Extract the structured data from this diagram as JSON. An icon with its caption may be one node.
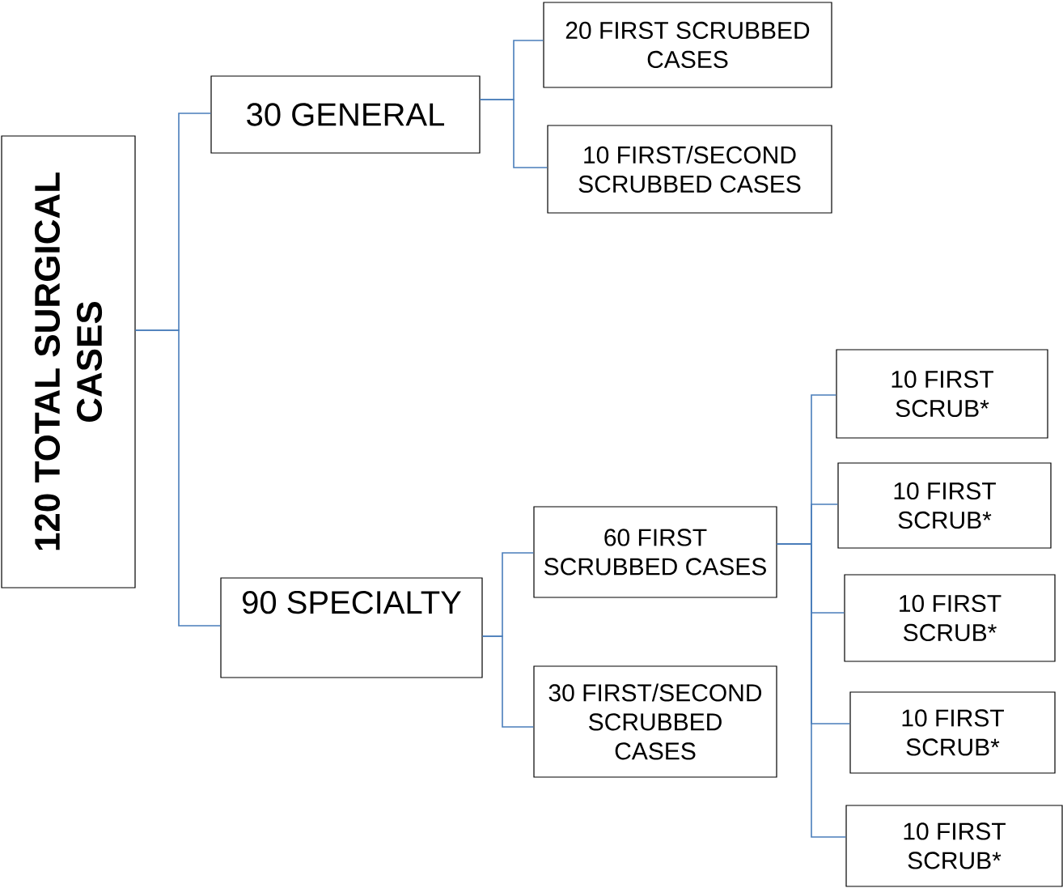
{
  "diagram": {
    "nodes": [
      {
        "text": [
          "120 TOTAL SURGICAL CASES"
        ]
      },
      {
        "text": [
          "30 GENERAL"
        ]
      },
      {
        "text": [
          "20 FIRST SCRUBBED CASES"
        ]
      },
      {
        "text": [
          "10 FIRST/SECOND SCRUBBED CASES"
        ]
      },
      {
        "text": [
          "90 SPECIALTY"
        ]
      },
      {
        "text": [
          "60 FIRST SCRUBBED CASES"
        ]
      },
      {
        "text": [
          "30 FIRST/SECOND SCRUBBED CASES"
        ]
      },
      {
        "text": [
          "10 FIRST SCRUB*"
        ]
      },
      {
        "text": [
          "10 FIRST SCRUB*"
        ]
      },
      {
        "text": [
          "10 FIRST SCRUB*"
        ]
      },
      {
        "text": [
          "10 FIRST SCRUB*"
        ]
      },
      {
        "text": [
          "10 FIRST SCRUB*"
        ]
      }
    ],
    "edges": [
      {
        "from": 0,
        "to": 1,
        "arrow": "none"
      },
      {
        "from": 0,
        "to": 4,
        "arrow": "none"
      },
      {
        "from": 1,
        "to": 2,
        "arrow": "none"
      },
      {
        "from": 1,
        "to": 3,
        "arrow": "none"
      },
      {
        "from": 4,
        "to": 5,
        "arrow": "none"
      },
      {
        "from": 4,
        "to": 6,
        "arrow": "none"
      },
      {
        "from": 5,
        "to": 7,
        "arrow": "none"
      },
      {
        "from": 5,
        "to": 8,
        "arrow": "none"
      },
      {
        "from": 5,
        "to": 9,
        "arrow": "none"
      },
      {
        "from": 5,
        "to": 10,
        "arrow": "none"
      },
      {
        "from": 5,
        "to": 11,
        "arrow": "none"
      }
    ]
  }
}
